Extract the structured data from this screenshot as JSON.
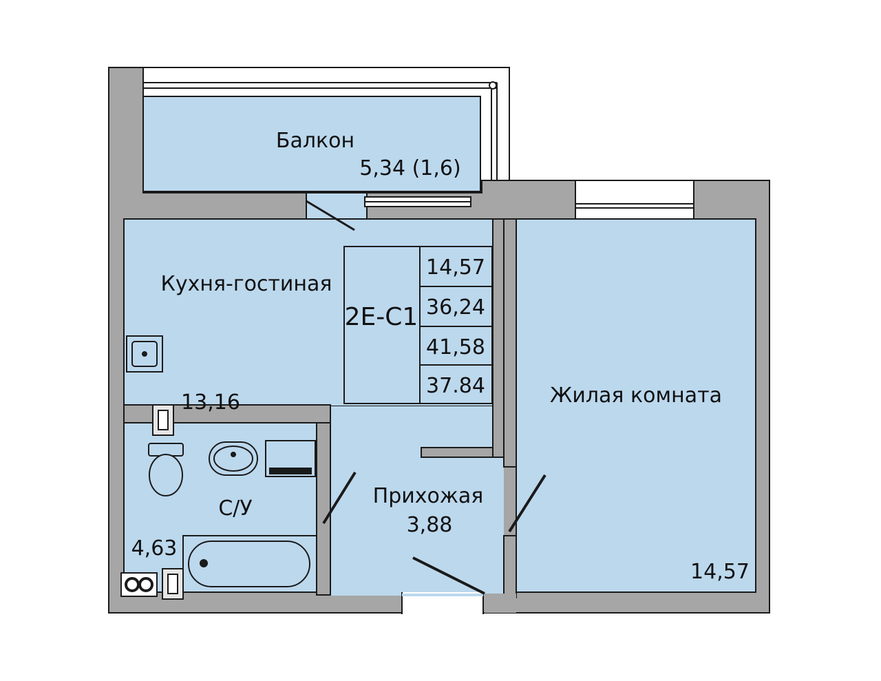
{
  "plan": {
    "code": "2E-C1",
    "summary": [
      "14,57",
      "36,24",
      "41,58",
      "37.84"
    ],
    "rooms": {
      "balcony": {
        "name": "Балкон",
        "area": "5,34 (1,6)"
      },
      "kitchen": {
        "name": "Кухня-гостиная",
        "area": "13,16"
      },
      "living": {
        "name": "Жилая комната",
        "area": "14,57"
      },
      "hall": {
        "name": "Прихожая",
        "area": "3,88"
      },
      "bath": {
        "name": "С/У",
        "area": "4,63"
      }
    }
  },
  "colors": {
    "room_fill": "#bcd8ed",
    "wall": "#a6a6a6",
    "line": "#1a1a1a"
  }
}
